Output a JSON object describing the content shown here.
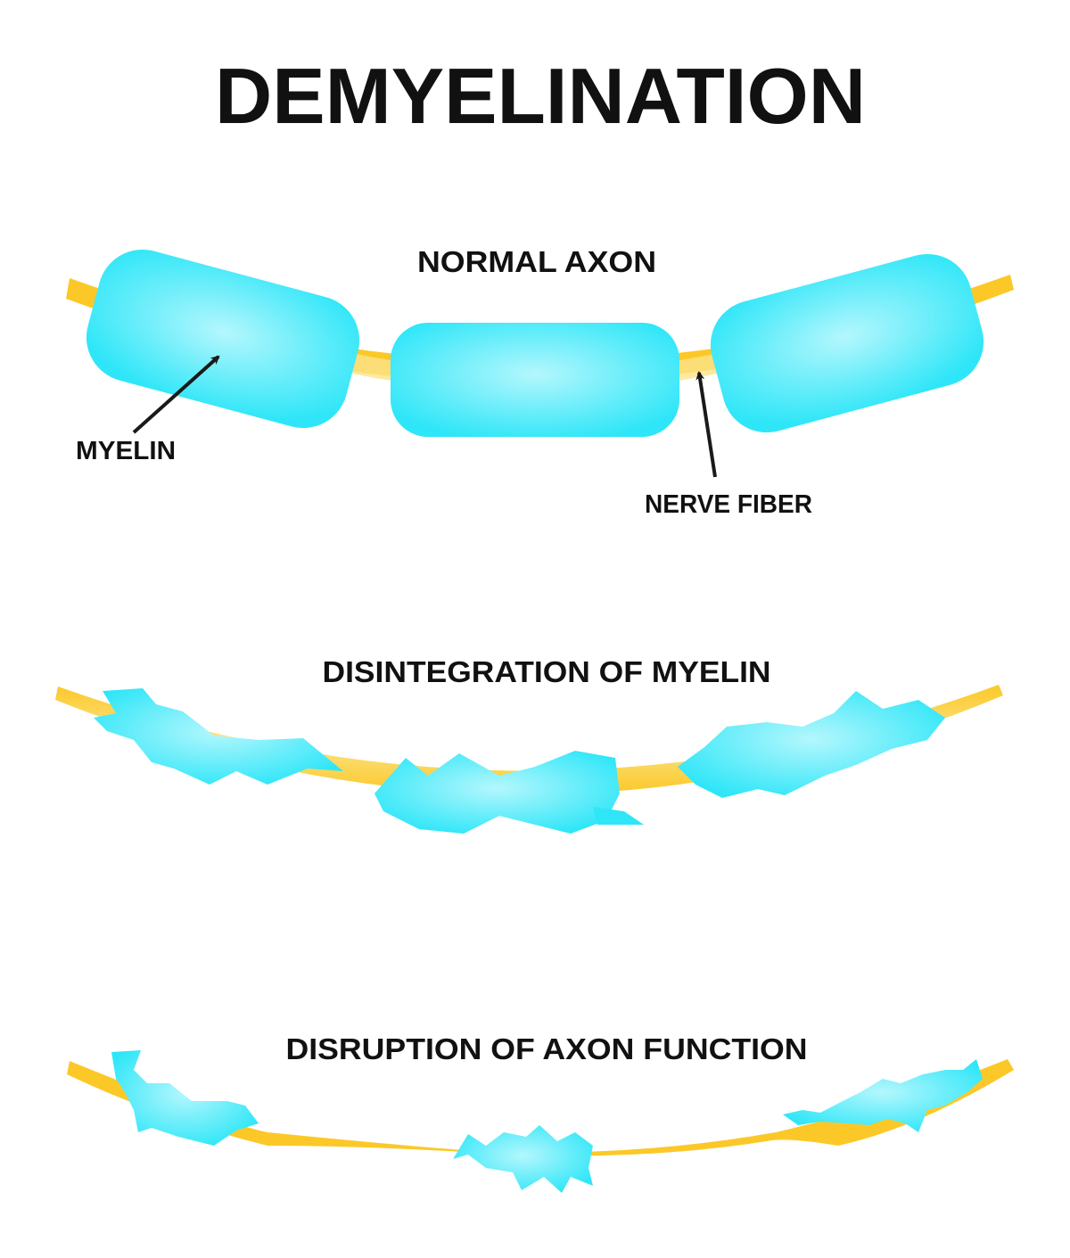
{
  "title": "DEMYELINATION",
  "sections": [
    {
      "label": "NORMAL AXON"
    },
    {
      "label": "DISINTEGRATION OF MYELIN"
    },
    {
      "label": "DISRUPTION OF AXON FUNCTION"
    }
  ],
  "annotations": {
    "myelin": "MYELIN",
    "nerve_fiber": "NERVE FIBER"
  },
  "colors": {
    "myelin": "#2ee6f8",
    "myelin_highlight": "#b4f7fd",
    "fiber": "#fbc828",
    "fiber_highlight": "#fde48a",
    "text": "#111111"
  }
}
